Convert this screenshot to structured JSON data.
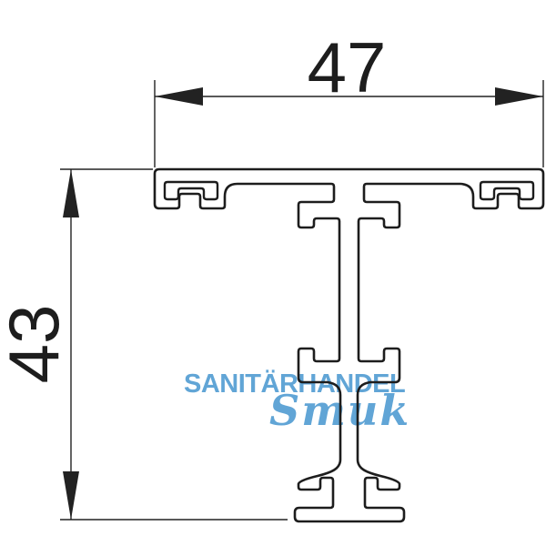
{
  "drawing": {
    "title": "profile-cross-section",
    "dimensions": {
      "width_label": "47",
      "height_label": "43"
    }
  },
  "watermark": {
    "line1": "SANITÄRHANDEL",
    "line2": "Smuk"
  },
  "colors": {
    "line": "#1d1d1d",
    "dimension": "#222222",
    "watermark_blue": "#61a5d6"
  }
}
